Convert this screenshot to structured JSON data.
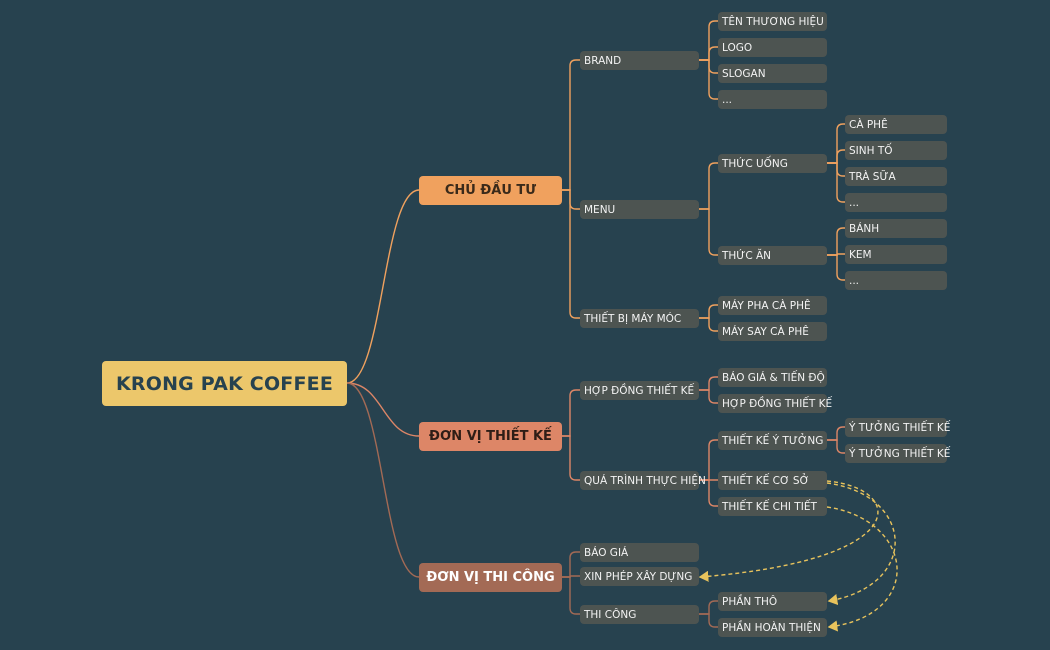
{
  "root": {
    "label": "KRONG PAK COFFEE"
  },
  "branches": [
    {
      "label": "CHỦ ĐẦU TƯ",
      "children": [
        {
          "label": "BRAND",
          "children": [
            {
              "label": "TÊN THƯƠNG HIỆU"
            },
            {
              "label": "LOGO"
            },
            {
              "label": "SLOGAN"
            },
            {
              "label": "..."
            }
          ]
        },
        {
          "label": "MENU",
          "children": [
            {
              "label": "THỨC UỐNG",
              "children": [
                {
                  "label": "CÀ PHÊ"
                },
                {
                  "label": "SINH TỐ"
                },
                {
                  "label": "TRÀ SỮA"
                },
                {
                  "label": "..."
                }
              ]
            },
            {
              "label": "THỨC ĂN",
              "children": [
                {
                  "label": "BÁNH"
                },
                {
                  "label": "KEM"
                },
                {
                  "label": "..."
                }
              ]
            }
          ]
        },
        {
          "label": "THIẾT BỊ MÁY MÓC",
          "children": [
            {
              "label": "MÁY PHA CÀ PHÊ"
            },
            {
              "label": "MÁY SAY CÀ PHÊ"
            }
          ]
        }
      ]
    },
    {
      "label": "ĐƠN VỊ THIẾT KẾ",
      "children": [
        {
          "label": "HỢP ĐỒNG THIẾT KẾ",
          "children": [
            {
              "label": "BÁO GIÁ & TIẾN ĐỘ"
            },
            {
              "label": "HỢP ĐỒNG THIẾT KẾ"
            }
          ]
        },
        {
          "label": "QUÁ TRÌNH THỰC HIỆN",
          "children": [
            {
              "label": "THIẾT KẾ Ý TƯỞNG",
              "children": [
                {
                  "label": "Ý TƯỞNG THIẾT KẾ"
                },
                {
                  "label": "Ý TƯỞNG THIẾT KẾ"
                }
              ]
            },
            {
              "label": "THIẾT KẾ CƠ SỞ"
            },
            {
              "label": "THIẾT KẾ CHI TIẾT"
            }
          ]
        }
      ]
    },
    {
      "label": "ĐƠN VỊ THI CÔNG",
      "children": [
        {
          "label": "BÁO GIÁ"
        },
        {
          "label": "XIN PHÉP XÂY DỰNG"
        },
        {
          "label": "THI CÔNG",
          "children": [
            {
              "label": "PHẦN THÔ"
            },
            {
              "label": "PHẦN HOÀN THIỆN"
            }
          ]
        }
      ]
    }
  ],
  "colors": {
    "background": "#27424f",
    "root": "#ecc76b",
    "branch_1": "#f0a15e",
    "branch_2": "#dd8667",
    "branch_3": "#a36a55",
    "leaf": "#4d5451",
    "connector_dashed": "#e8c35c"
  }
}
